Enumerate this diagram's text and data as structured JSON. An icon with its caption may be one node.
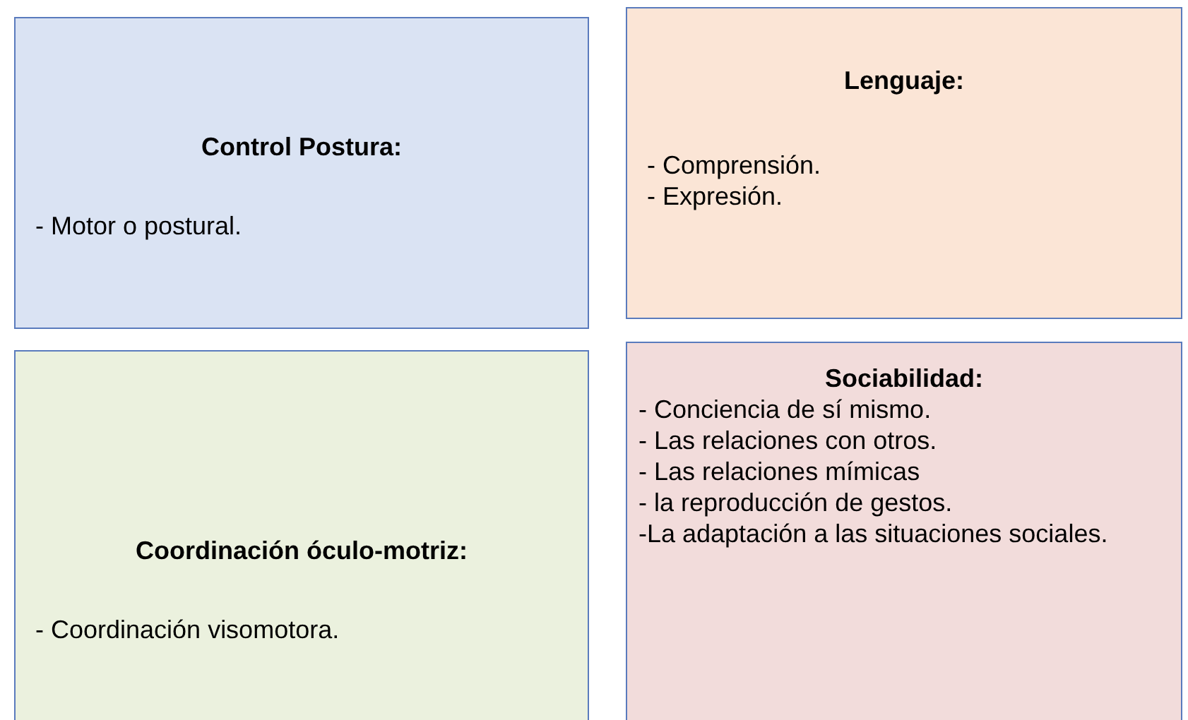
{
  "diagram": {
    "nodes": [
      {
        "text": [
          "Control Postura:",
          "- Motor o postural."
        ]
      },
      {
        "text": [
          "Lenguaje:",
          "- Comprensión.",
          "- Expresión."
        ]
      },
      {
        "text": [
          "Coordinación óculo-motriz:",
          "- Coordinación visomotora."
        ]
      },
      {
        "text": [
          "Sociabilidad:",
          "- Conciencia de sí mismo.",
          "- Las relaciones con otros.",
          "- Las relaciones mímicas",
          "- la reproducción de gestos.",
          "-La adaptación a las situaciones sociales."
        ]
      }
    ]
  }
}
